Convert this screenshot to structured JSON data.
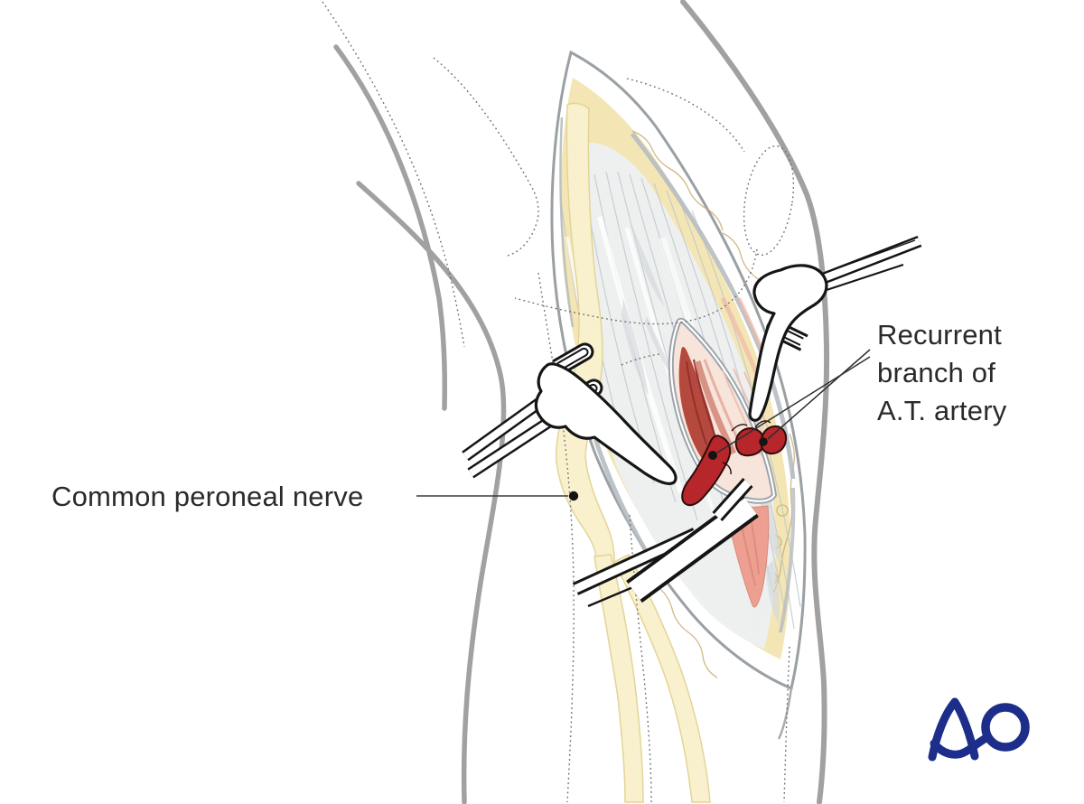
{
  "figure": {
    "background": "#ffffff",
    "annotations": {
      "nerve_label": "Common peroneal nerve",
      "artery_label": [
        "Recurrent",
        "branch of",
        "A.T. artery"
      ]
    },
    "logo": {
      "text": "AO",
      "color": "#1c2d8a"
    },
    "palette": {
      "leg_outline": "#a1a1a1",
      "dotted_landmark": "#6e6e6e",
      "skin_edge": "#9aa0a4",
      "subcutaneous_fat": "#f3e6b4",
      "fat_texture": "#c9ad72",
      "nerve_yellow": "#f9f1cd",
      "fascia": "#edf0f2",
      "fascia_fiber": "#c1c8ce",
      "window_frame": "#9ba2a8",
      "muscle_dark": "#b5493e",
      "muscle_salmon": "#eda091",
      "vessel_red": "#b6262b",
      "label_ink": "#2a2a2a",
      "leader_line": "#3c3c3c"
    }
  }
}
